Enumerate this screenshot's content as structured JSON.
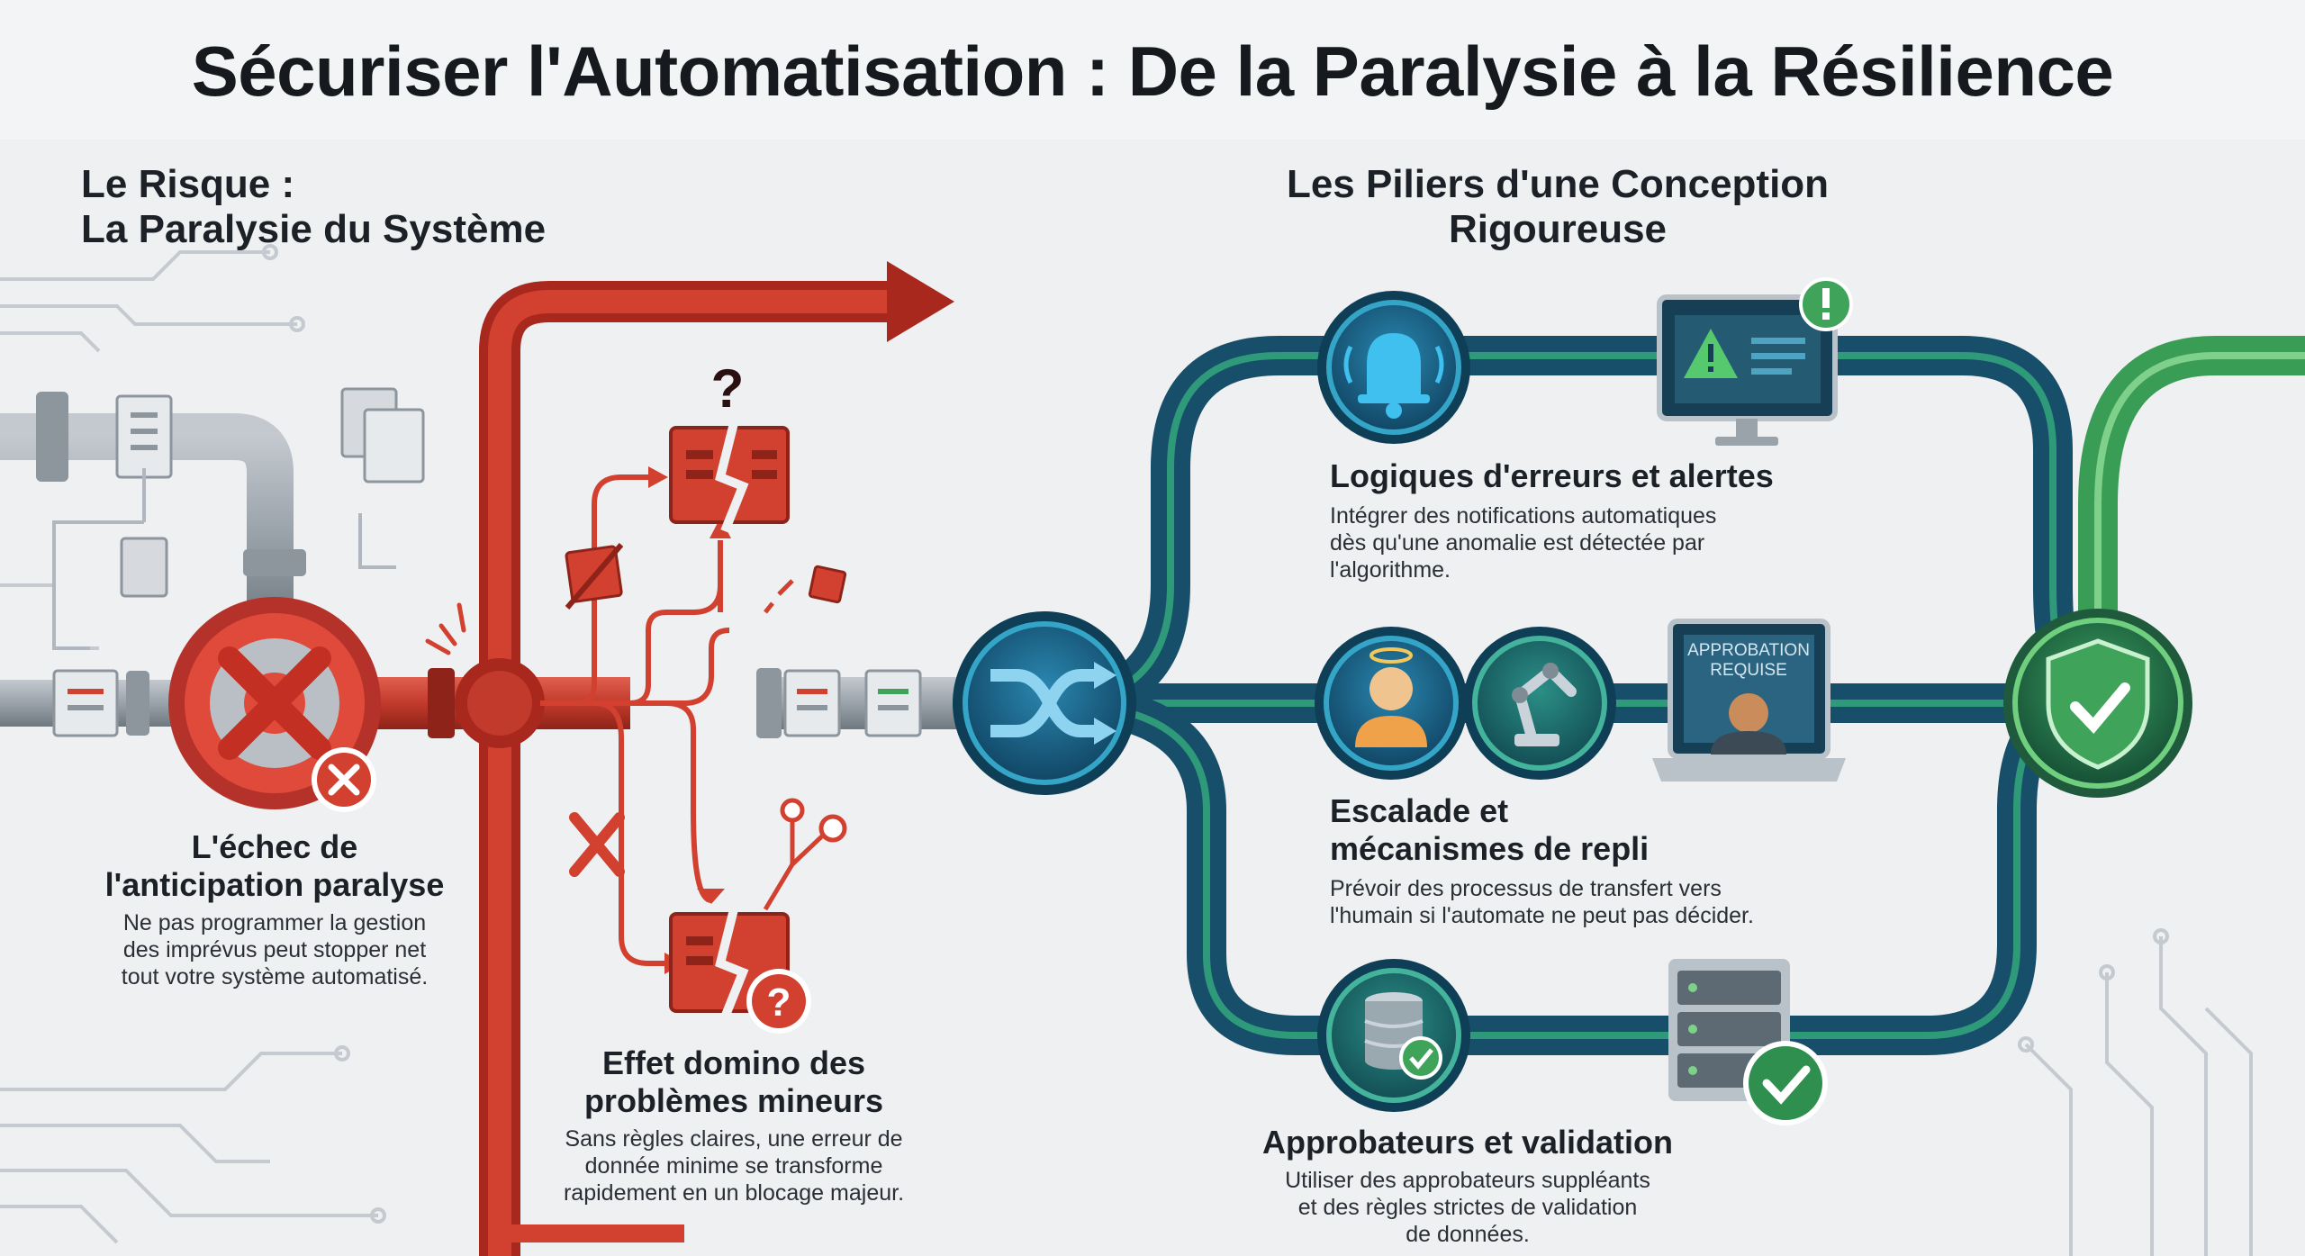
{
  "title": "Sécuriser l'Automatisation : De la Paralysie à la Résilience",
  "risk": {
    "heading_line1": "Le Risque :",
    "heading_line2": "La Paralysie du Système",
    "failure": {
      "title_line1": "L'échec de",
      "title_line2": "l'anticipation paralyse",
      "desc_line1": "Ne pas programmer la gestion",
      "desc_line2": "des imprévus peut stopper net",
      "desc_line3": "tout votre système automatisé."
    },
    "domino": {
      "title_line1": "Effet domino des",
      "title_line2": "problèmes mineurs",
      "desc_line1": "Sans règles claires, une erreur de",
      "desc_line2": "donnée minime se transforme",
      "desc_line3": "rapidement en un blocage majeur."
    },
    "question_mark": "?"
  },
  "pillars": {
    "heading_line1": "Les Piliers d'une Conception",
    "heading_line2": "Rigoureuse",
    "errors": {
      "title": "Logiques d'erreurs et alertes",
      "desc_line1": "Intégrer des notifications automatiques",
      "desc_line2": "dès qu'une anomalie est détectée par",
      "desc_line3": "l'algorithme."
    },
    "escalation": {
      "title_line1": "Escalade et",
      "title_line2": "mécanismes de repli",
      "desc_line1": "Prévoir des processus de transfert vers",
      "desc_line2": "l'humain si l'automate ne peut pas décider.",
      "screen_line1": "APPROBATION",
      "screen_line2": "REQUISE"
    },
    "approvers": {
      "title": "Approbateurs et validation",
      "desc_line1": "Utiliser des approbateurs suppléants",
      "desc_line2": "et des règles strictes de validation",
      "desc_line3": "de données."
    }
  },
  "colors": {
    "risk_red": "#d2402f",
    "dark_red": "#a8281e",
    "blue_track": "#1f5f7f",
    "green_track": "#3fa35a",
    "teal": "#1e7f86",
    "pipe_grey": "#9aa2aa"
  }
}
